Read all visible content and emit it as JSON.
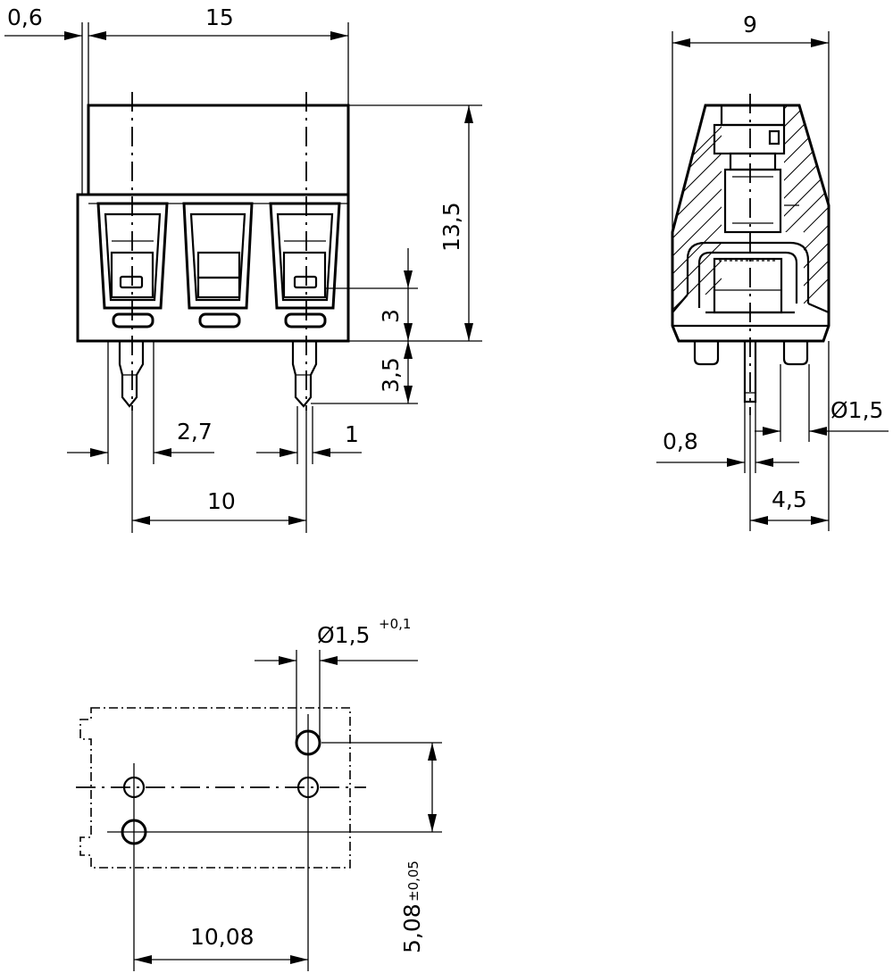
{
  "front_view": {
    "dim_offset": "0,6",
    "dim_width": "15",
    "dim_height": "13,5",
    "dim_pin_height": "3",
    "dim_pin_length": "3,5",
    "dim_gap": "2,7",
    "dim_pin_width": "1",
    "dim_pitch": "10"
  },
  "side_view": {
    "dim_depth": "9",
    "dim_diameter": "Ø1,5",
    "dim_pin_thickness": "0,8",
    "dim_pin_offset": "4,5"
  },
  "footprint": {
    "dim_hole": "Ø1,5",
    "dim_hole_tol": "+0,1",
    "dim_pitch_x": "10,08",
    "dim_pitch_y": "5,08",
    "dim_pitch_y_tol": "±0,05"
  }
}
